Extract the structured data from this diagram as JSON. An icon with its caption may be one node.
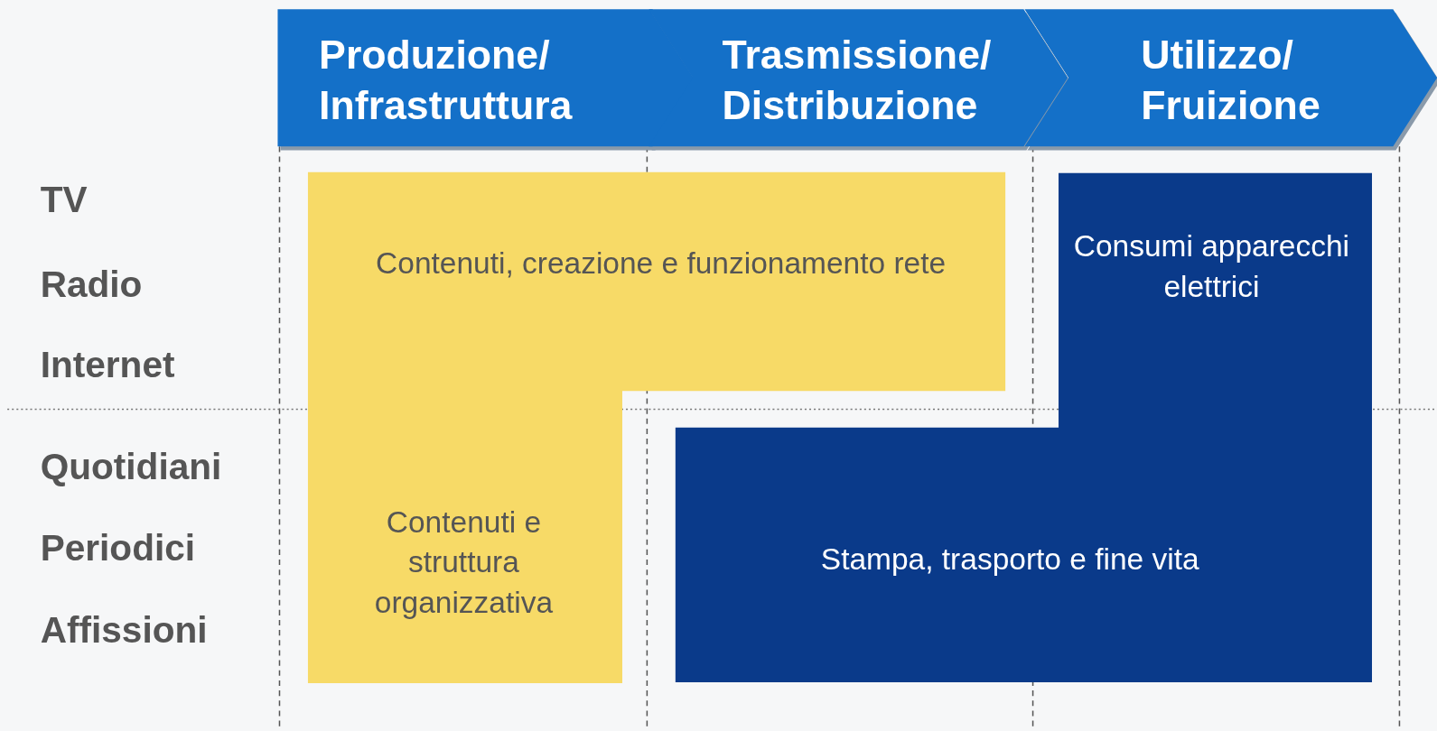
{
  "diagram": {
    "nodes": [
      {
        "text": [
          "Produzione/ Infrastruttura"
        ]
      },
      {
        "text": [
          "Trasmissione/ Distribuzione"
        ]
      },
      {
        "text": [
          "Utilizzo/ Fruizione"
        ]
      },
      {
        "text": [
          "Contenuti, creazione e funzionamento rete",
          "Contenuti e struttura organizzativa"
        ]
      },
      {
        "text": [
          "Consumi apparecchi elettrici",
          "Stampa, trasporto e fine vita"
        ]
      }
    ],
    "labels": [
      "TV",
      "Radio",
      "Internet",
      "Quotidiani",
      "Periodici",
      "Affissioni"
    ]
  }
}
